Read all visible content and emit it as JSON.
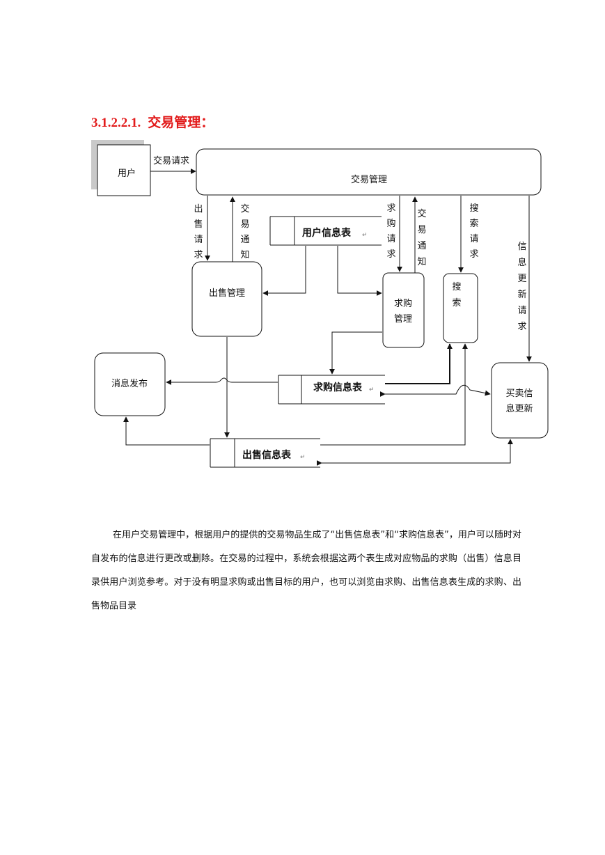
{
  "heading": {
    "number": "3.1.2.2.1.",
    "title": "交易管理："
  },
  "diagram": {
    "entities": {
      "user": "用户",
      "trade_management": "交易管理",
      "sell_management": "出售管理",
      "buy_management_line1": "求购",
      "buy_management_line2": "管理",
      "search_line1": "搜",
      "search_line2": "索",
      "message_publish": "消息发布",
      "trade_info_update_line1": "买卖信",
      "trade_info_update_line2": "息更新"
    },
    "data_stores": {
      "user_info_table": "用户信息表",
      "buy_info_table": "求购信息表",
      "sell_info_table": "出售信息表",
      "return_mark": "↵"
    },
    "flows": {
      "trade_request": "交易请求",
      "sell_request": [
        "出",
        "售",
        "请",
        "求"
      ],
      "trade_notice_left": [
        "交",
        "易",
        "通",
        "知"
      ],
      "buy_request": [
        "求",
        "购",
        "请",
        "求"
      ],
      "trade_notice_right": [
        "交",
        "易",
        "通",
        "知"
      ],
      "search_request": [
        "搜",
        "索",
        "请",
        "求"
      ],
      "info_update_request": [
        "信",
        "息",
        "更",
        "新",
        "请",
        "求"
      ]
    }
  },
  "paragraph": "在用户交易管理中，根据用户的提供的交易物品生成了“出售信息表”和“求购信息表”，用户可以随时对自发布的信息进行更改或删除。在交易的过程中，系统会根据这两个表生成对应物品的求购（出售）信息目录供用户浏览参考。对于没有明显求购或出售目标的用户，也可以浏览由求购、出售信息表生成的求购、出售物品目录"
}
